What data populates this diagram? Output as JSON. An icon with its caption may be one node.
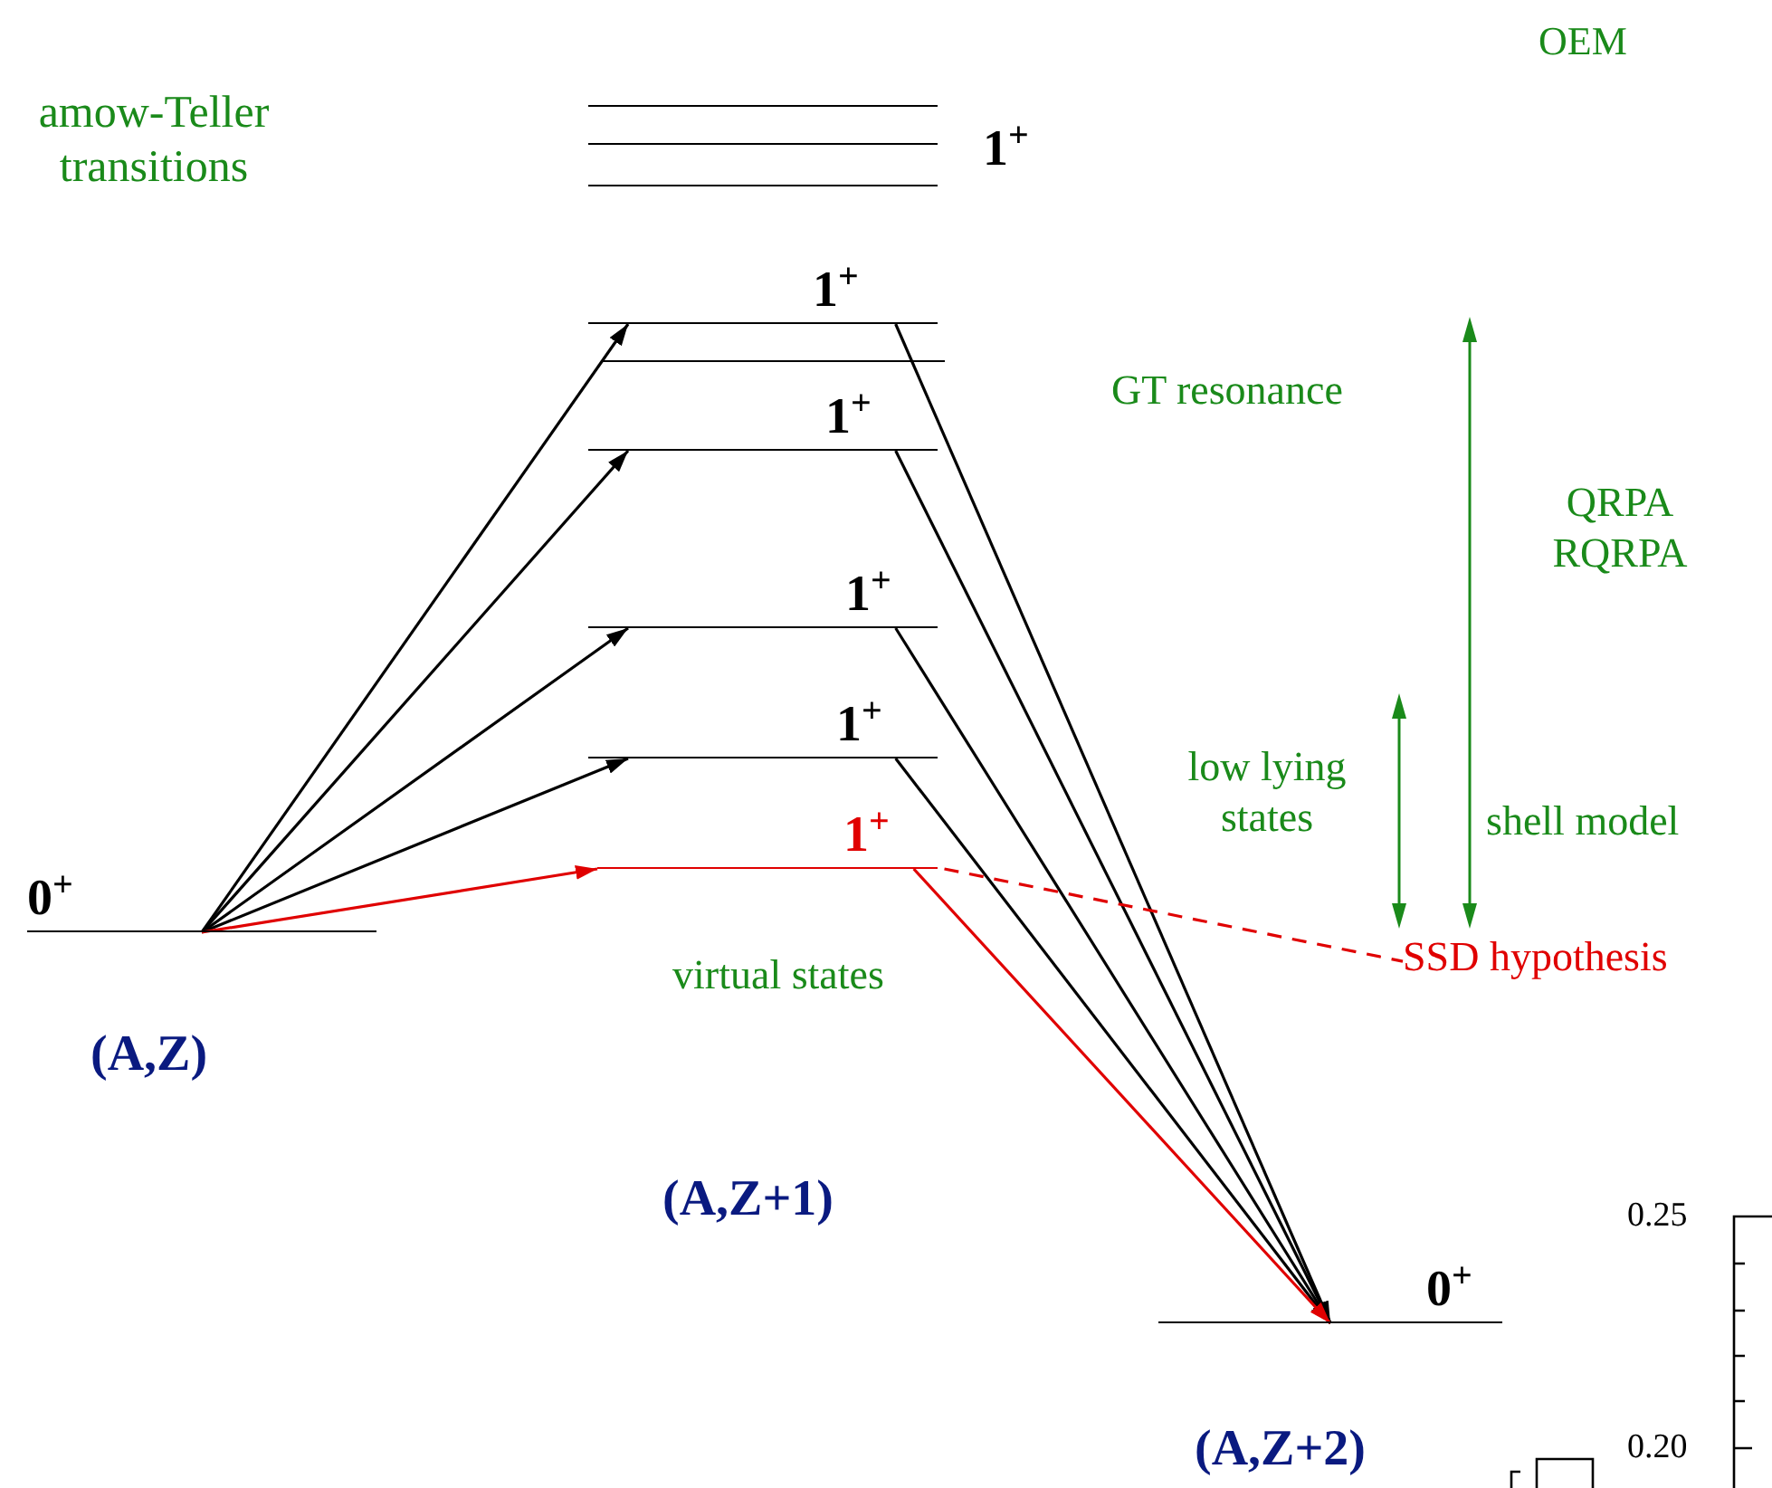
{
  "diagram": {
    "nodes": [
      {
        "text": [],
        "shape": "bar"
      },
      {
        "text": [],
        "shape": "bar"
      },
      {
        "text": [],
        "shape": "bar"
      },
      {
        "text": [
          "1$^{+}$"
        ]
      },
      {
        "text": [],
        "shape": "bar"
      },
      {
        "text": [
          "1$^{+}$"
        ]
      },
      {
        "text": [
          "1$^{+}$"
        ]
      },
      {
        "text": [
          "1$^{+}$"
        ]
      },
      {
        "text": [
          "1$^{+}$"
        ]
      },
      {
        "text": [
          "0$^{+}$"
        ]
      },
      {
        "text": [
          "SSD hypothesis"
        ]
      },
      {
        "text": [
          "0$^{+}$"
        ]
      }
    ],
    "edges": [
      {
        "from": 9,
        "to": 3,
        "arrow": "to"
      },
      {
        "from": 9,
        "to": 5,
        "arrow": "to"
      },
      {
        "from": 9,
        "to": 6,
        "arrow": "to"
      },
      {
        "from": 9,
        "to": 7,
        "arrow": "to"
      },
      {
        "from": 9,
        "to": 8,
        "arrow": "to",
        "color": "#e00000"
      },
      {
        "from": 3,
        "to": 11,
        "arrow": "to"
      },
      {
        "from": 5,
        "to": 11,
        "arrow": "to"
      },
      {
        "from": 6,
        "to": 11,
        "arrow": "to"
      },
      {
        "from": 7,
        "to": 11,
        "arrow": "to"
      },
      {
        "from": 8,
        "to": 11,
        "arrow": "to",
        "color": "#e00000"
      },
      {
        "from": 8,
        "to": 10,
        "arrow": "none",
        "style": "dashed",
        "color": "#e00000"
      }
    ],
    "labels": [
      "amow-Teller transitions",
      "1$^{+}$",
      "OEM",
      "GT resonance",
      "QRPA RQRPA",
      "low lying states",
      "shell model",
      "virtual states",
      "(A,Z)",
      "(A,Z+1)",
      "(A,Z+2)",
      "0.25",
      "0.20"
    ]
  }
}
